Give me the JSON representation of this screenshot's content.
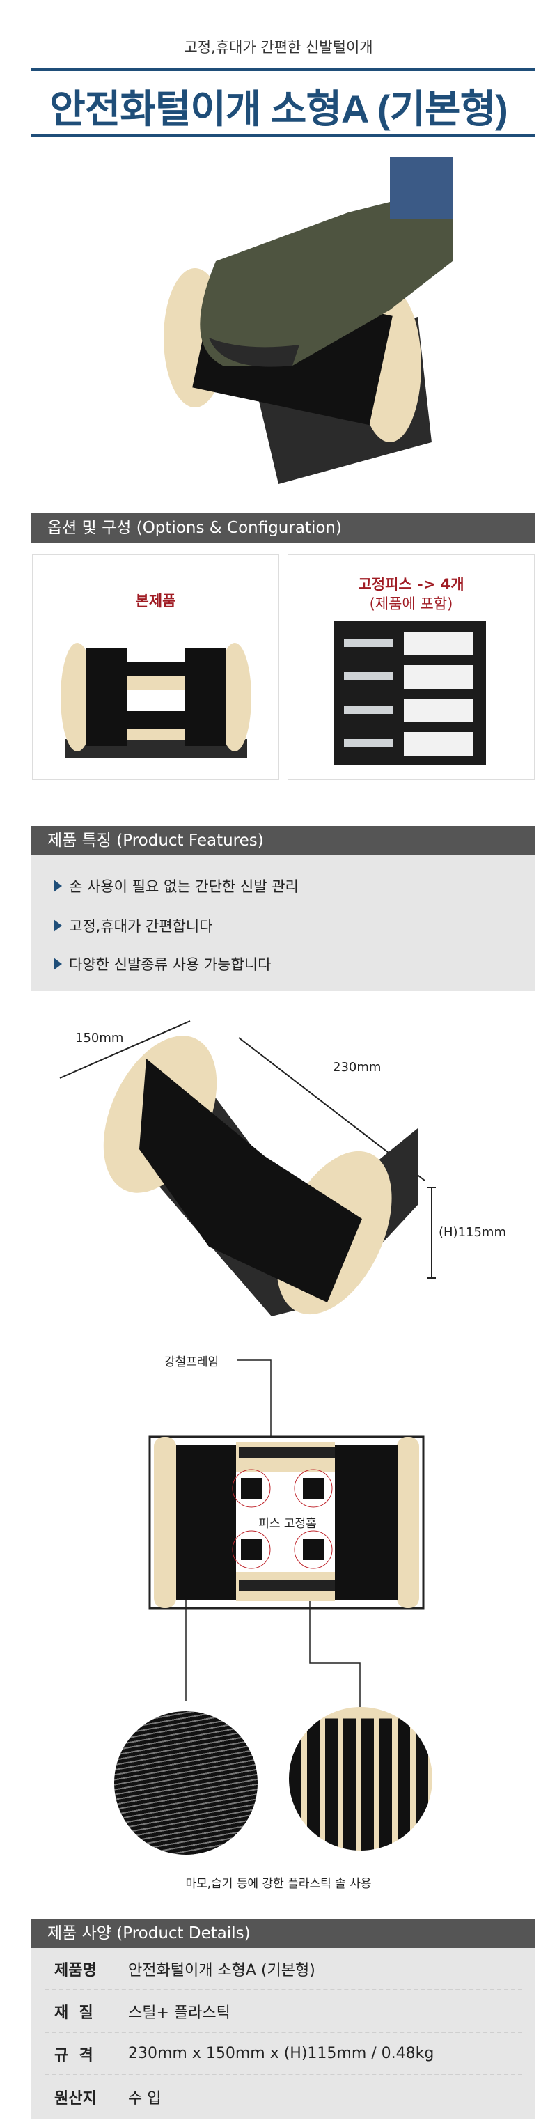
{
  "header": {
    "subtitle": "고정,휴대가 간편한 신발털이개",
    "title": "안전화털이개 소형A (기본형)",
    "accent_color": "#1f4e79"
  },
  "options": {
    "heading": "옵션 및 구성 (Options & Configuration)",
    "items": [
      {
        "label": "본제품"
      },
      {
        "label": "고정피스 -> 4개",
        "sublabel": "(제품에 포함)"
      }
    ],
    "label_color": "#a01c24"
  },
  "features": {
    "heading": "제품 특징 (Product Features)",
    "items": [
      "손 사용이 필요 없는 간단한 신발 관리",
      "고정,휴대가 간편합니다",
      "다양한 신발종류 사용 가능합니다"
    ]
  },
  "dimensions": {
    "depth": "150mm",
    "width": "230mm",
    "height": "(H)115mm"
  },
  "callouts": {
    "frame": "강철프레임",
    "holes": "피스 고정홈",
    "caption": "마모,습기 등에 강한 플라스틱 솔 사용"
  },
  "details": {
    "heading": "제품 사양 (Product Details)",
    "rows": [
      {
        "label": "제품명",
        "value": "안전화털이개 소형A (기본형)"
      },
      {
        "label": "재  질",
        "value": "스틸+ 플라스틱"
      },
      {
        "label": "규  격",
        "value": "230mm x 150mm x (H)115mm / 0.48kg"
      },
      {
        "label": "원산지",
        "value": "수 입"
      }
    ]
  }
}
